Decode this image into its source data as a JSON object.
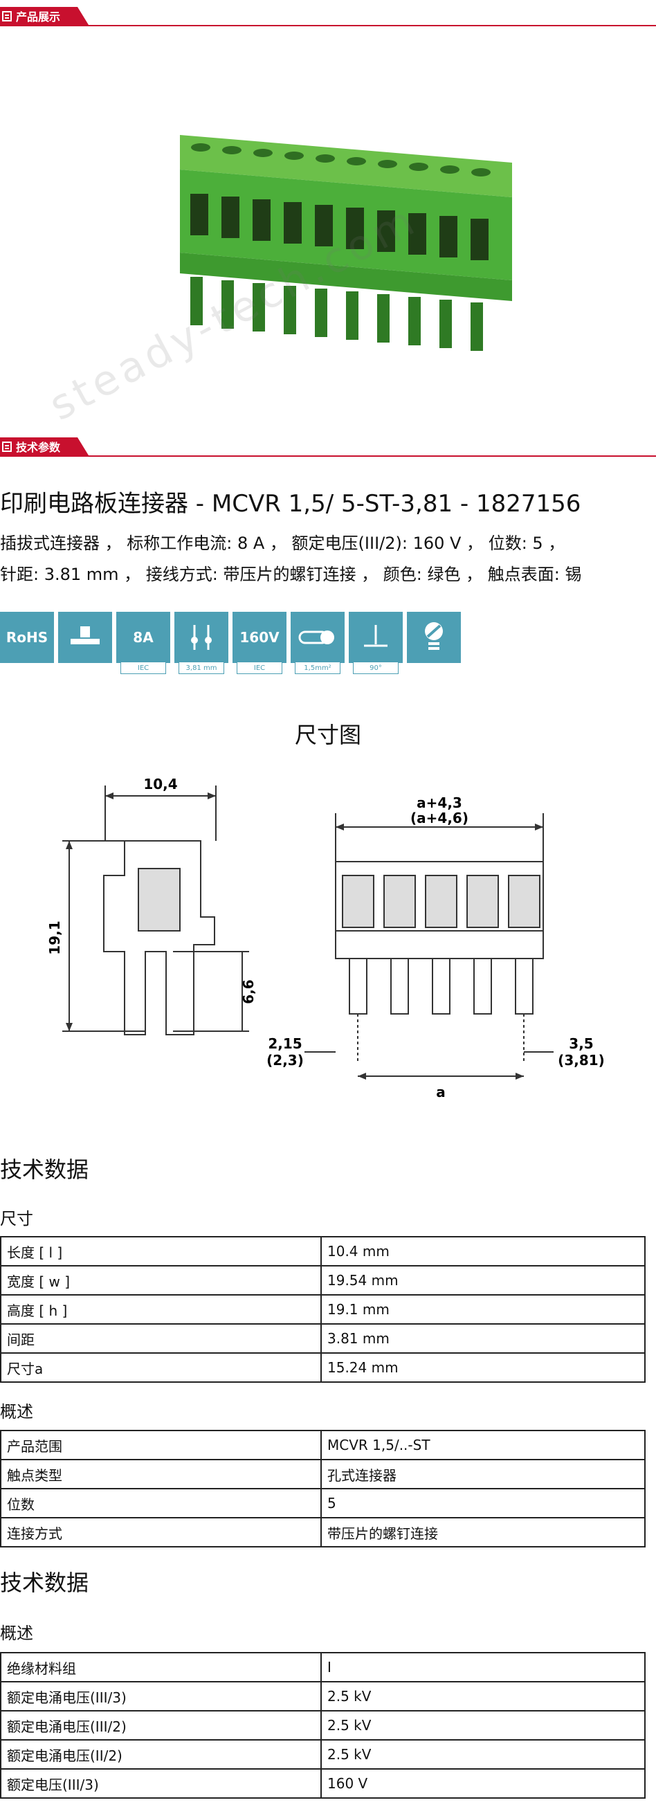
{
  "banners": {
    "product": "产品展示",
    "params": "技术参数"
  },
  "watermark": "steady-tech.com",
  "product": {
    "title": "印刷电路板连接器 - MCVR 1,5/ 5-ST-3,81 - 1827156",
    "desc_line1": "插拔式连接器 ， 标称工作电流: 8 A ， 额定电压(III/2): 160 V ， 位数: 5 ，",
    "desc_line2": "针距: 3.81 mm ， 接线方式: 带压片的螺钉连接 ， 颜色: 绿色 ， 触点表面: 锡"
  },
  "icons": [
    {
      "name": "rohs-icon",
      "label": "RoHS",
      "sub": ""
    },
    {
      "name": "plug-icon",
      "label": "",
      "sub": ""
    },
    {
      "name": "current-icon",
      "label": "8A",
      "sub": "IEC"
    },
    {
      "name": "pitch-icon",
      "label": "",
      "sub": "3,81 mm"
    },
    {
      "name": "voltage-icon",
      "label": "160V",
      "sub": "IEC"
    },
    {
      "name": "wire-icon",
      "label": "",
      "sub": "1,5mm²"
    },
    {
      "name": "angle-icon",
      "label": "",
      "sub": "90°"
    },
    {
      "name": "screw-icon",
      "label": "",
      "sub": ""
    }
  ],
  "diagram": {
    "title": "尺寸图",
    "dim_width": "10,4",
    "dim_height": "19,1",
    "dim_pin": "6,6",
    "dim_top1": "a+4,3",
    "dim_top2": "(a+4,6)",
    "dim_left1": "2,15",
    "dim_left2": "(2,3)",
    "dim_right1": "3,5",
    "dim_right2": "(3,81)",
    "dim_a": "a"
  },
  "section1": {
    "title": "技术数据",
    "group1": "尺寸",
    "rows1": [
      {
        "k": "长度 [ l ]",
        "v": "10.4 mm"
      },
      {
        "k": "宽度 [ w ]",
        "v": "19.54 mm"
      },
      {
        "k": "高度 [ h ]",
        "v": "19.1 mm"
      },
      {
        "k": "间距",
        "v": "3.81 mm"
      },
      {
        "k": "尺寸a",
        "v": "15.24 mm"
      }
    ],
    "group2": "概述",
    "rows2": [
      {
        "k": "产品范围",
        "v": "MCVR 1,5/..-ST"
      },
      {
        "k": "触点类型",
        "v": "孔式连接器"
      },
      {
        "k": "位数",
        "v": "5"
      },
      {
        "k": "连接方式",
        "v": "带压片的螺钉连接"
      }
    ]
  },
  "section2": {
    "title": "技术数据",
    "group1": "概述",
    "rows1": [
      {
        "k": "绝缘材料组",
        "v": "I"
      },
      {
        "k": "额定电涌电压(III/3)",
        "v": "2.5 kV"
      },
      {
        "k": "额定电涌电压(III/2)",
        "v": "2.5 kV"
      },
      {
        "k": "额定电涌电压(II/2)",
        "v": "2.5 kV"
      },
      {
        "k": "额定电压(III/3)",
        "v": "160 V"
      }
    ]
  },
  "colors": {
    "brand": "#c8102e",
    "icon": "#4d9fb4",
    "connector": "#4caf3a"
  }
}
